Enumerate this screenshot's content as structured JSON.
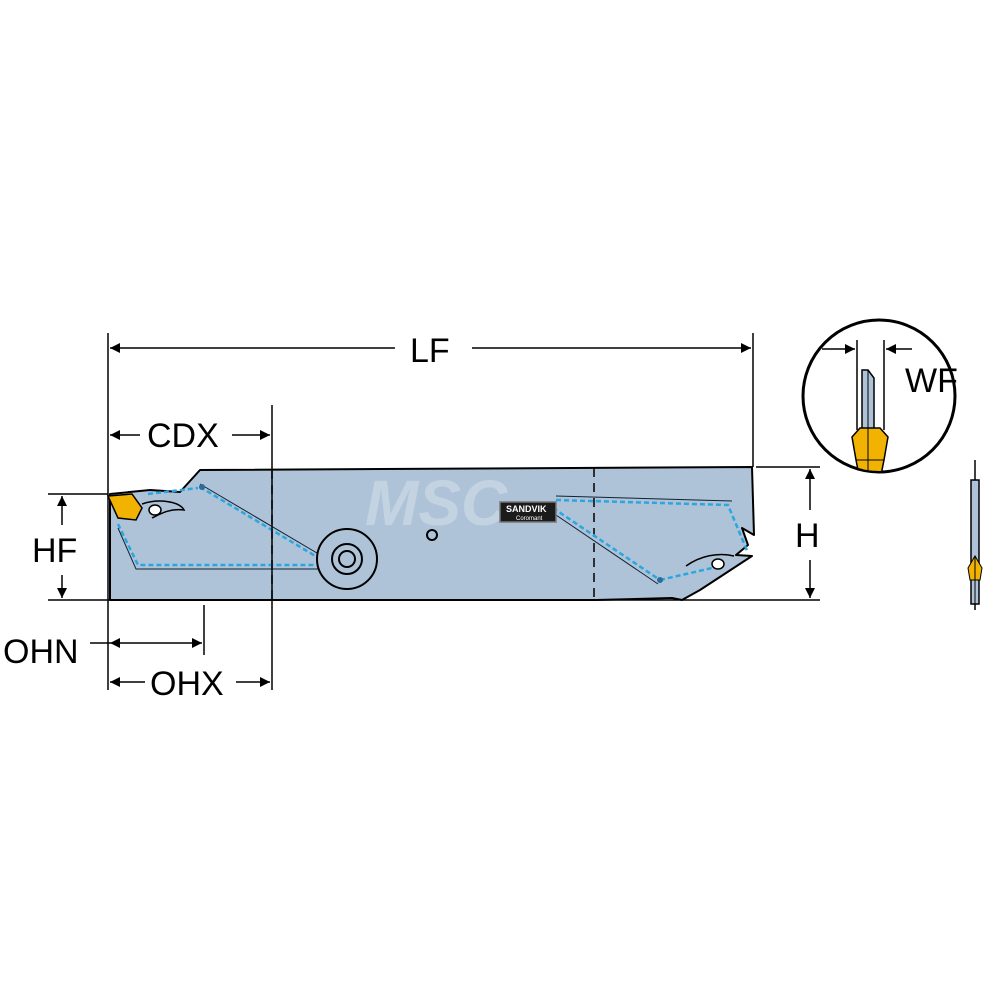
{
  "dimensions": {
    "lf": "LF",
    "cdx": "CDX",
    "hf": "HF",
    "h": "H",
    "ohn": "OHN",
    "ohx": "OHX",
    "wf": "WF"
  },
  "brand": {
    "logo": "SANDVIK",
    "sub": "Coromant"
  },
  "watermark": "MSC",
  "colors": {
    "body": "#aec3d8",
    "coolant": "#2aa7e0",
    "insert": "#f2b300",
    "outline": "#000000",
    "background": "#ffffff"
  }
}
